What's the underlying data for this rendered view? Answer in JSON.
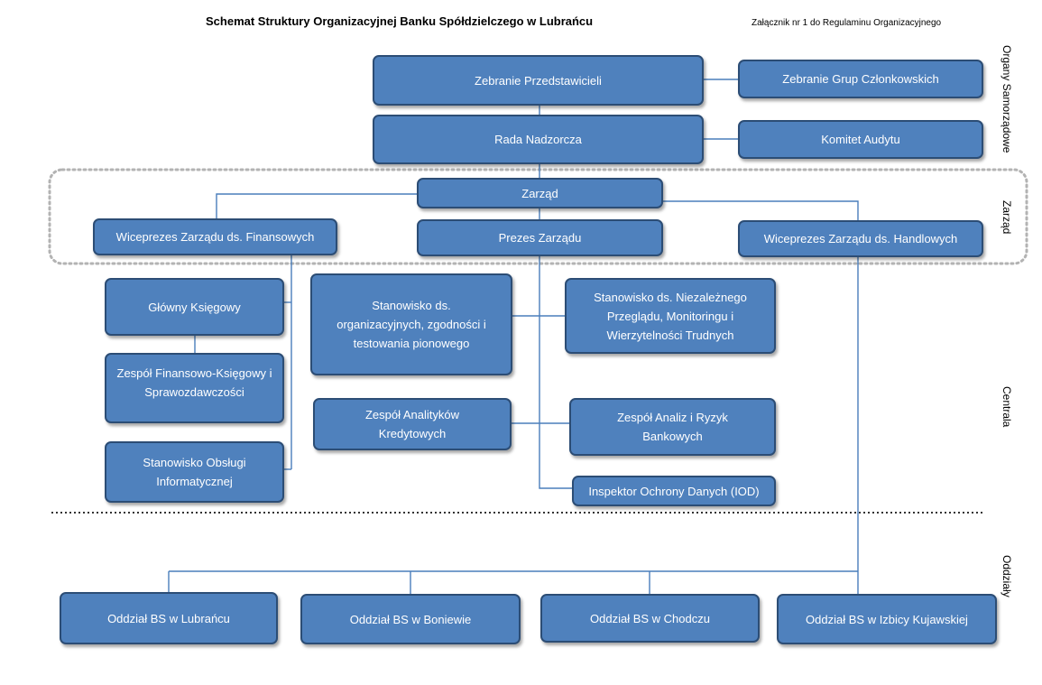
{
  "header": {
    "title": "Schemat Struktury Organizacyjnej  Banku Spółdzielczego w Lubrańcu",
    "annex": "Załącznik nr 1 do Regulaminu Organizacyjnego"
  },
  "section_labels": {
    "organy": "Organy Samorządowe",
    "zarzad": "Zarząd",
    "centrala": "Centrala",
    "oddzialy": "Oddziały"
  },
  "nodes": {
    "zebranie_przedstawicieli": "Zebranie Przedstawicieli",
    "zebranie_grup": "Zebranie Grup Członkowskich",
    "rada_nadzorcza": "Rada Nadzorcza",
    "komitet_audytu": "Komitet Audytu",
    "zarzad": "Zarząd",
    "wiceprezes_fin": "Wiceprezes Zarządu ds. Finansowych",
    "prezes": "Prezes Zarządu",
    "wiceprezes_handl": "Wiceprezes Zarządu ds. Handlowych",
    "glowny_ksiegowy": "Główny Księgowy",
    "zespol_fin_ksieg": "Zespół Finansowo-Księgowy i Sprawozdawczości",
    "stanowisko_it": "Stanowisko Obsługi Informatycznej",
    "stanowisko_org": "Stanowisko ds. organizacyjnych, zgodności i testowania pionowego",
    "stanowisko_przeglad": "Stanowisko ds. Niezależnego Przeglądu,  Monitoringu i Wierzytelności  Trudnych",
    "zespol_analitykow": "Zespół Analityków Kredytowych",
    "zespol_analiz": "Zespół Analiz i Ryzyk Bankowych",
    "iod": "Inspektor Ochrony Danych (IOD)",
    "oddzial_lubraniec": "Oddział BS w Lubrańcu",
    "oddzial_boniewo": "Oddział BS w Boniewie",
    "oddzial_chodecz": "Oddział BS w Chodczu",
    "oddzial_izbica": "Oddział BS w Izbicy Kujawskiej"
  },
  "colors": {
    "box_fill": "#4f81bd",
    "box_border": "#2c4d75",
    "box_text": "#ffffff",
    "connector": "#4a7ebb",
    "dotted_separator": "#333333",
    "zarzad_group_border": "#b3b3b3"
  }
}
